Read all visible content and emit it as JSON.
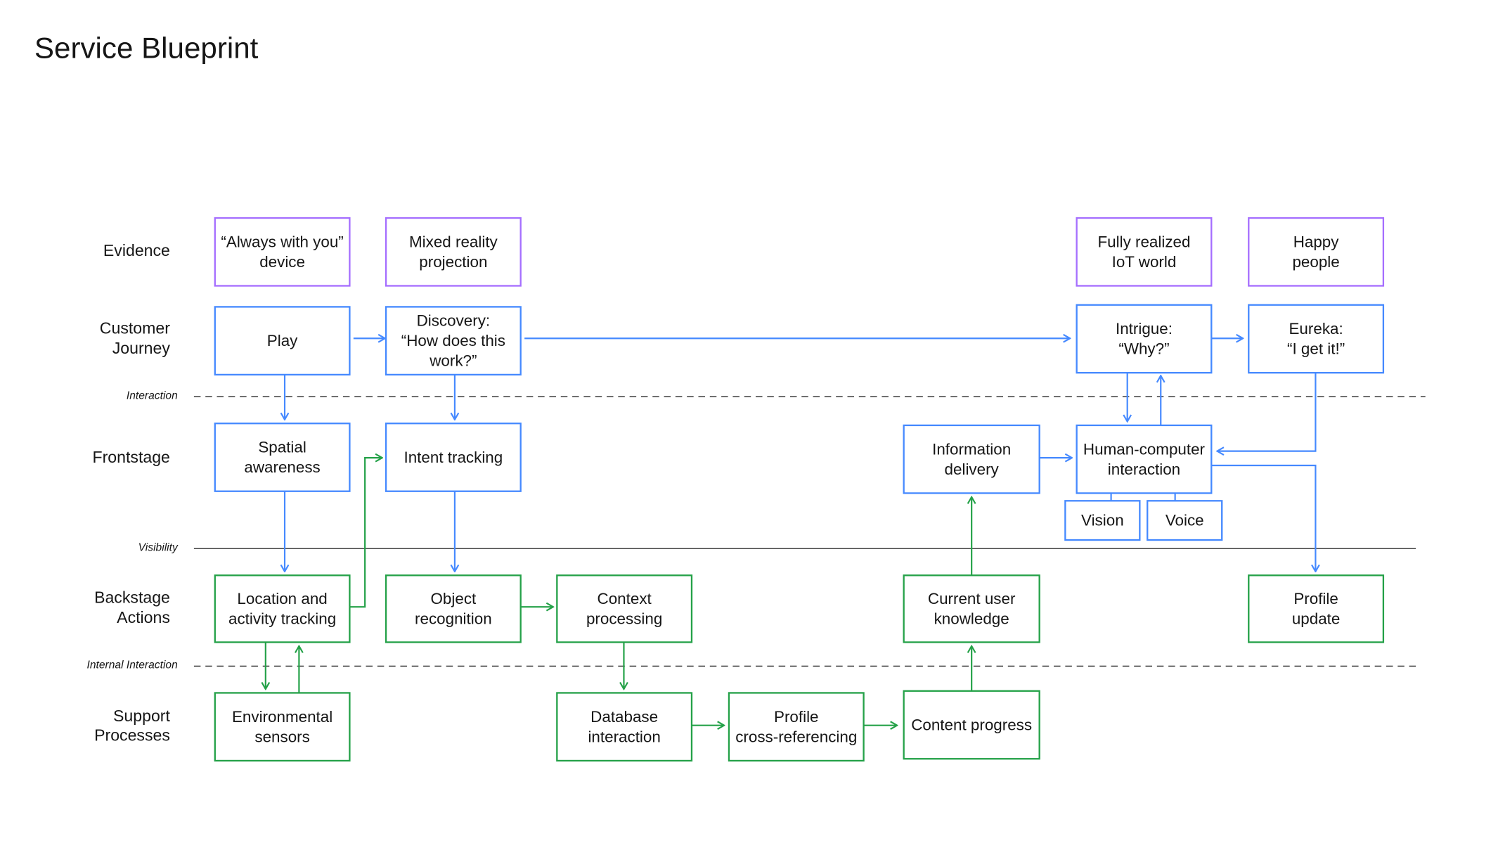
{
  "title": "Service Blueprint",
  "row_labels": {
    "evidence": [
      "Evidence"
    ],
    "customer_journey": [
      "Customer",
      "Journey"
    ],
    "frontstage": [
      "Frontstage"
    ],
    "backstage_actions": [
      "Backstage",
      "Actions"
    ],
    "support_processes": [
      "Support",
      "Processes"
    ]
  },
  "line_labels": {
    "interaction": "Interaction",
    "visibility": "Visibility",
    "internal_interaction": "Internal Interaction"
  },
  "evidence": {
    "always_with_you": [
      "“Always with you”",
      "device"
    ],
    "mixed_reality": [
      "Mixed reality",
      "projection"
    ],
    "iot_world": [
      "Fully realized",
      "IoT world"
    ],
    "happy_people": [
      "Happy",
      "people"
    ]
  },
  "customer_journey": {
    "play": [
      "Play"
    ],
    "discovery": [
      "Discovery:",
      "“How does this",
      "work?”"
    ],
    "intrigue": [
      "Intrigue:",
      "“Why?”"
    ],
    "eureka": [
      "Eureka:",
      "“I get it!”"
    ]
  },
  "frontstage": {
    "spatial_awareness": [
      "Spatial",
      "awareness"
    ],
    "intent_tracking": [
      "Intent tracking"
    ],
    "information_delivery": [
      "Information",
      "delivery"
    ],
    "human_computer_interaction": [
      "Human-computer",
      "interaction"
    ],
    "vision": [
      "Vision"
    ],
    "voice": [
      "Voice"
    ]
  },
  "backstage_actions": {
    "location_tracking": [
      "Location and",
      "activity tracking"
    ],
    "object_recognition": [
      "Object",
      "recognition"
    ],
    "context_processing": [
      "Context",
      "processing"
    ],
    "current_user_knowledge": [
      "Current user",
      "knowledge"
    ],
    "profile_update": [
      "Profile",
      "update"
    ]
  },
  "support_processes": {
    "environmental_sensors": [
      "Environmental",
      "sensors"
    ],
    "database_interaction": [
      "Database",
      "interaction"
    ],
    "profile_cross_referencing": [
      "Profile",
      "cross-referencing"
    ],
    "content_progress": [
      "Content progress"
    ]
  },
  "colors": {
    "evidence": "#a56eff",
    "customer_frontstage": "#4589ff",
    "backstage_support": "#24a148",
    "text": "#161616"
  }
}
